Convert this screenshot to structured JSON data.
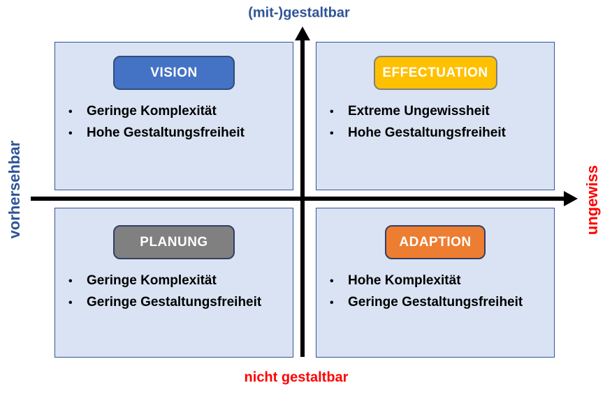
{
  "matrix": {
    "axes": {
      "top_label": "(mit-)gestaltbar",
      "bottom_label": "nicht gestaltbar",
      "left_label": "vorhersehbar",
      "right_label": "ungewiss",
      "top_label_color": "#2F5496",
      "bottom_label_color": "#FF0000",
      "left_label_color": "#2F5496",
      "right_label_color": "#FF0000",
      "axis_color": "#000000"
    },
    "box_fill": "#DAE3F3",
    "box_border": "#2F5496",
    "quadrants": [
      {
        "id": "vision",
        "position": "top-left",
        "badge": "VISION",
        "badge_fill": "#4472C4",
        "badge_border": "#2F4E79",
        "bullets": [
          "Geringe Komplexität",
          "Hohe Gestaltungsfreiheit"
        ]
      },
      {
        "id": "effectuation",
        "position": "top-right",
        "badge": "EFFECTUATION",
        "badge_fill": "#FFC000",
        "badge_border": "#7F7F7F",
        "bullets": [
          "Extreme Ungewissheit",
          "Hohe Gestaltungsfreiheit"
        ]
      },
      {
        "id": "planung",
        "position": "bottom-left",
        "badge": "PLANUNG",
        "badge_fill": "#808080",
        "badge_border": "#333F63",
        "bullets": [
          "Geringe Komplexität",
          "Geringe Gestaltungsfreiheit"
        ]
      },
      {
        "id": "adaption",
        "position": "bottom-right",
        "badge": "ADAPTION",
        "badge_fill": "#ED7D31",
        "badge_border": "#333F63",
        "bullets": [
          "Hohe Komplexität",
          "Geringe Gestaltungsfreiheit"
        ]
      }
    ]
  }
}
